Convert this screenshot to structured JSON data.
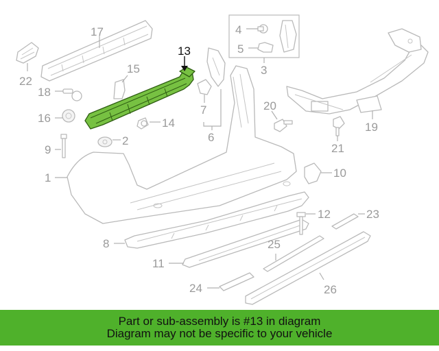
{
  "colors": {
    "banner_bg": "#4fb12b",
    "highlight_fill": "#77c142",
    "part_stroke": "#b9b9b9"
  },
  "callouts": {
    "c1": "1",
    "c2": "2",
    "c3": "3",
    "c4": "4",
    "c5": "5",
    "c6": "6",
    "c7": "7",
    "c8": "8",
    "c9": "9",
    "c10": "10",
    "c11": "11",
    "c12": "12",
    "c13": "13",
    "c14": "14",
    "c15": "15",
    "c16": "16",
    "c17": "17",
    "c18": "18",
    "c19": "19",
    "c20": "20",
    "c21": "21",
    "c22": "22",
    "c23": "23",
    "c24": "24",
    "c25": "25",
    "c26": "26"
  },
  "banner": {
    "line1": "Part or sub-assembly is #13 in diagram",
    "line2": "Diagram may not be specific to your vehicle"
  }
}
